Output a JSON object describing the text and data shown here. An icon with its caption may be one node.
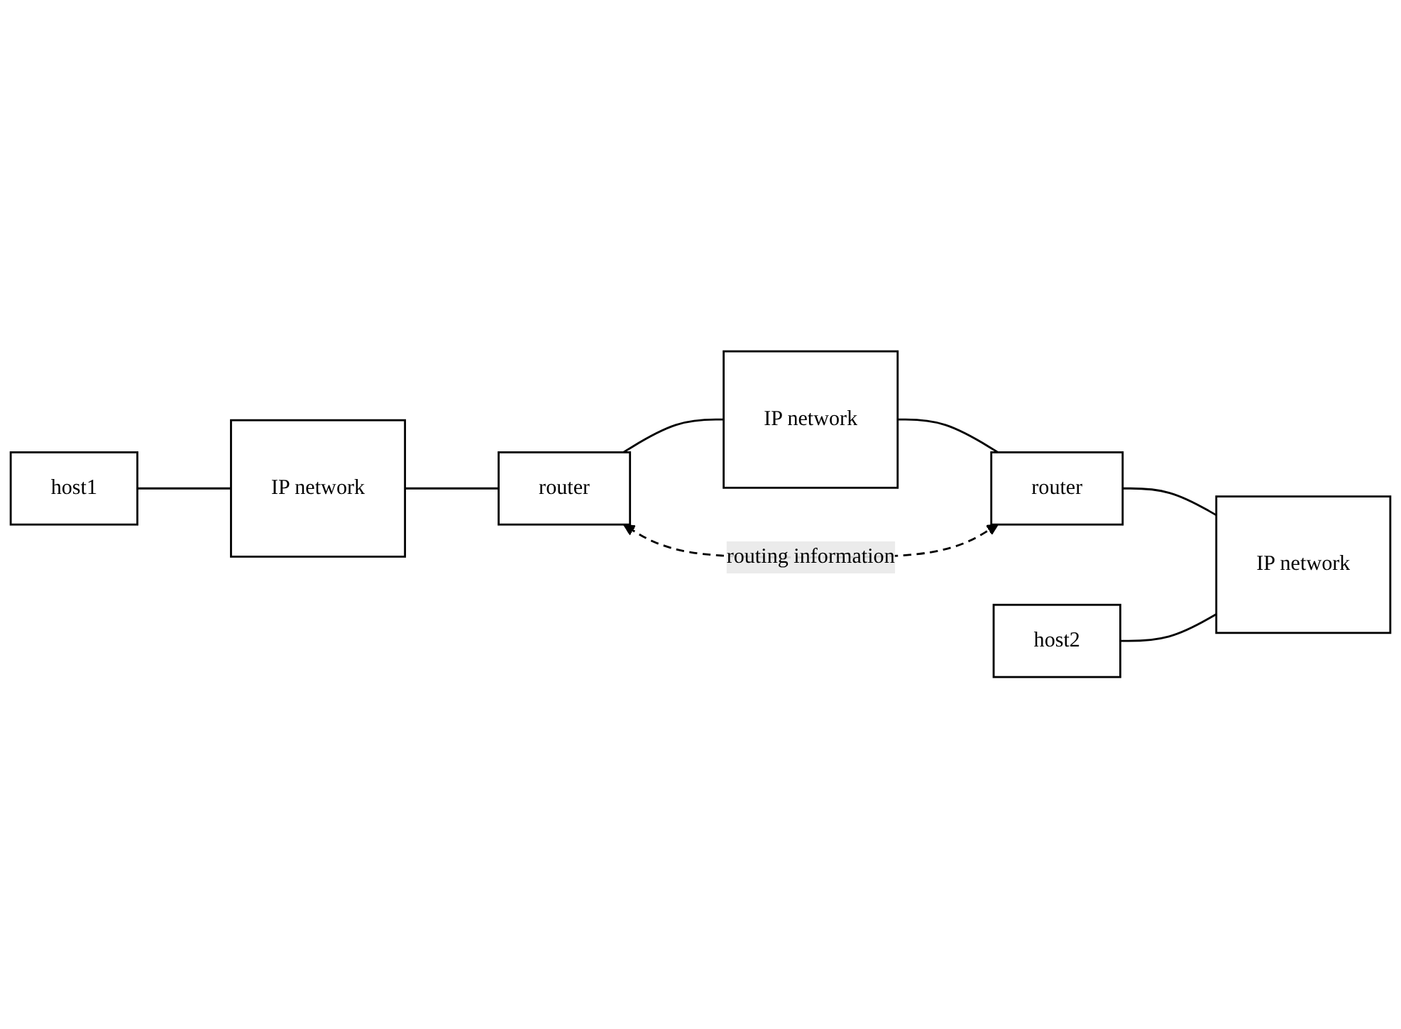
{
  "diagram": {
    "nodes": [
      {
        "text": [
          "host1"
        ]
      },
      {
        "text": [
          "IP network"
        ]
      },
      {
        "text": [
          "router"
        ]
      },
      {
        "text": [
          "IP network"
        ]
      },
      {
        "text": [
          "router"
        ]
      },
      {
        "text": [
          "host2"
        ]
      },
      {
        "text": [
          "IP network"
        ]
      }
    ],
    "edges": [
      {
        "from": 0,
        "to": 1,
        "arrow": "none"
      },
      {
        "from": 1,
        "to": 2,
        "arrow": "none"
      },
      {
        "from": 2,
        "to": 3,
        "arrow": "none"
      },
      {
        "from": 3,
        "to": 4,
        "arrow": "none"
      },
      {
        "from": 2,
        "to": 4,
        "arrow": "both",
        "style": "dashed",
        "label": "routing information"
      },
      {
        "from": 4,
        "to": 6,
        "arrow": "none"
      },
      {
        "from": 5,
        "to": 6,
        "arrow": "none"
      }
    ]
  }
}
